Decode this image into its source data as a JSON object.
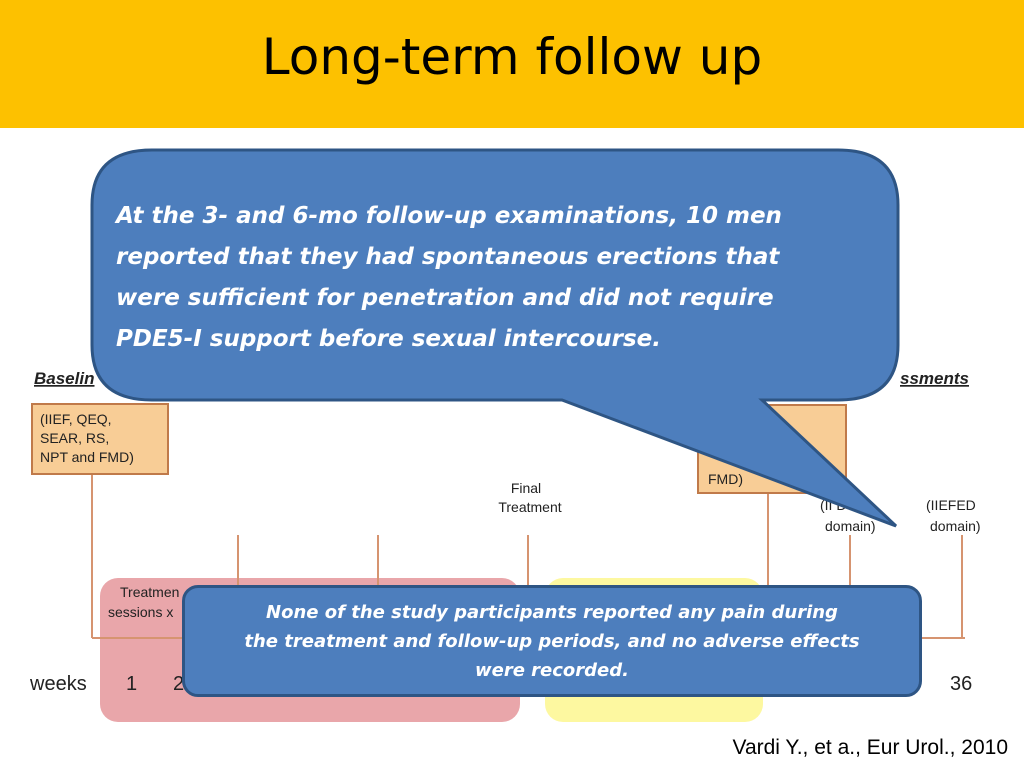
{
  "slide": {
    "title": "Long-term follow up",
    "citation": "Vardi Y., et a., Eur Urol., 2010"
  },
  "timeline": {
    "baseline_label": "Baselin",
    "assessments_label": "ssments",
    "baseline_box": [
      "(IIEF, QEQ,",
      "SEAR, RS,",
      "NPT and FMD)"
    ],
    "followup_box": [
      "FMD)"
    ],
    "final_treatment": [
      "Final",
      "Treatment"
    ],
    "iiefed_left": [
      "(II    D",
      "domain)"
    ],
    "iiefed_right": [
      "(IIEFED",
      "domain)"
    ],
    "treatment_sessions": [
      "Treatmen",
      "sessions x"
    ],
    "weeks_label": "weeks",
    "week_ticks": [
      "1",
      "2",
      "36"
    ]
  },
  "callout": {
    "lines": [
      "At the 3- and 6-mo follow-up examinations, 10 men",
      "reported that they had spontaneous erections that",
      "were sufficient for penetration and did not require",
      "PDE5-I support before sexual intercourse."
    ]
  },
  "note": {
    "lines": [
      "None of the study participants reported any pain during",
      "the treatment and follow-up periods, and no adverse effects",
      "were recorded."
    ]
  },
  "colors": {
    "header": "#fdc100",
    "callout_fill": "#4d7ebd",
    "callout_border": "#2e5584",
    "treatment_zone": "#e9a6aa",
    "followup_zone": "#fdf8a0",
    "timeline_box": "#f8cd96"
  }
}
